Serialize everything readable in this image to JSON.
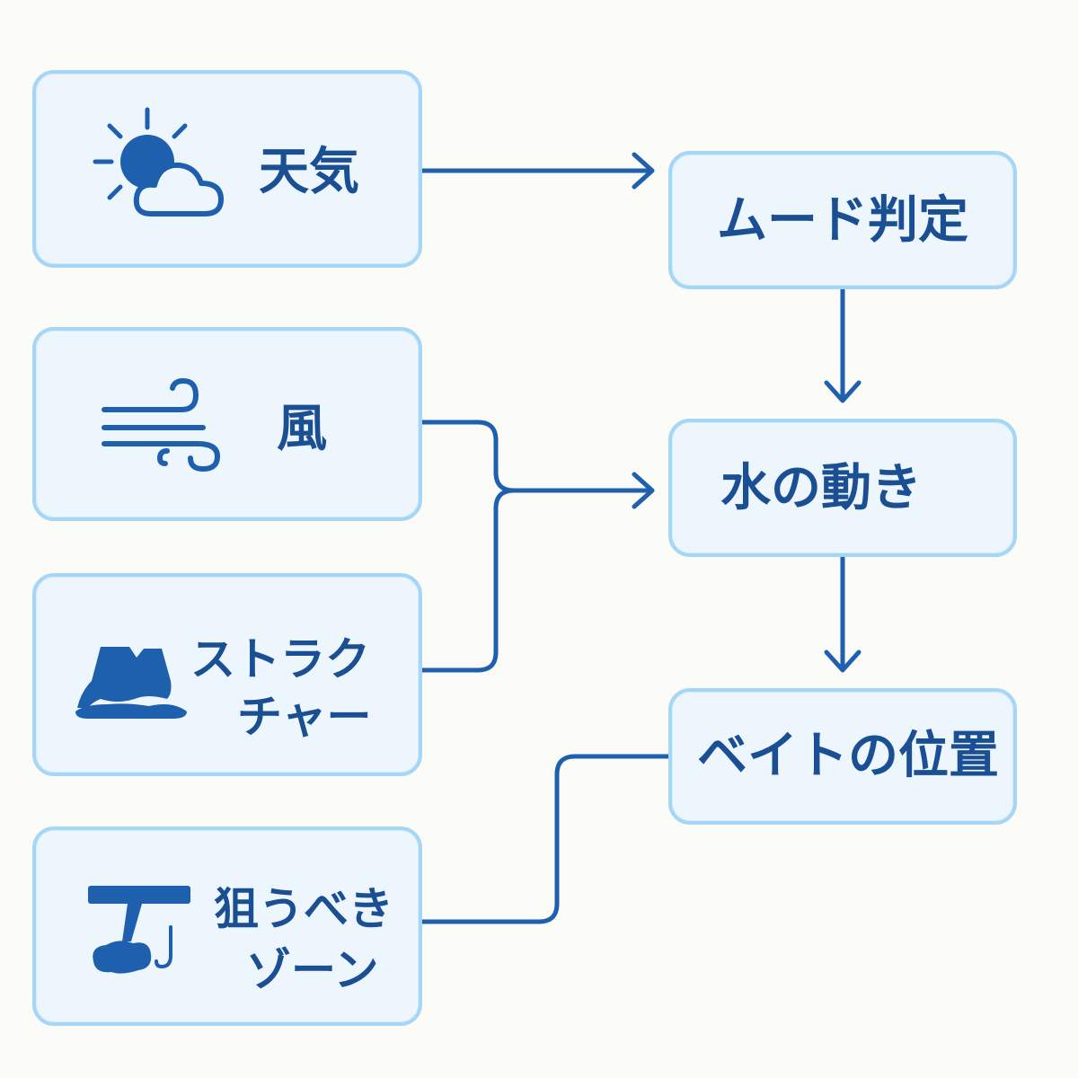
{
  "colors": {
    "accent": "#1e5fae",
    "text": "#1b4f93",
    "node_fill": "#eef6fd",
    "node_border": "#a6d6f6",
    "background": "#fbfbf8"
  },
  "inputs": {
    "weather": {
      "label": "天気",
      "icon": "sun-cloud-icon"
    },
    "wind": {
      "label": "風",
      "icon": "wind-icon"
    },
    "structure": {
      "line1": "ストラク",
      "line2": "チャー",
      "icon": "rock-structure-icon"
    },
    "target_zone": {
      "line1": "狙うべき",
      "line2": "ゾーン",
      "icon": "fishing-zone-icon"
    }
  },
  "flow": {
    "mood": {
      "label": "ムード判定"
    },
    "water": {
      "label": "水の動き"
    },
    "bait": {
      "label": "ベイトの位置"
    }
  }
}
